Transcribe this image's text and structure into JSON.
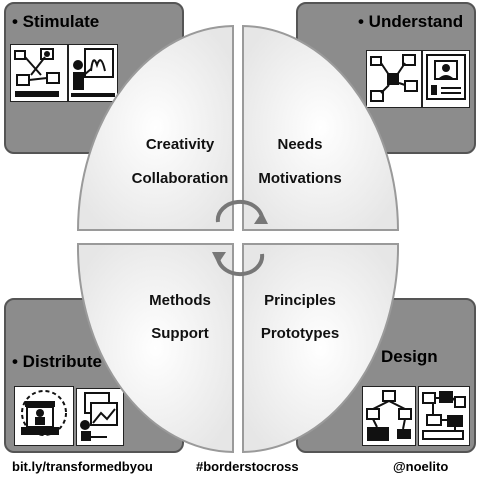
{
  "corners": {
    "stimulate": "• Stimulate",
    "understand": "• Understand",
    "distribute": "• Distribute",
    "design": "Design"
  },
  "quadrants": {
    "top_left": [
      "Creativity",
      "Collaboration"
    ],
    "top_right": [
      "Needs",
      "Motivations"
    ],
    "bottom_left": [
      "Methods",
      "Support"
    ],
    "bottom_right": [
      "Principles",
      "Prototypes"
    ]
  },
  "footer": {
    "left": "bit.ly/transformedbyou",
    "center": "#borderstocross",
    "right": "@noelito"
  },
  "icons": [
    "network-diagram-icon",
    "presentation-icon",
    "mind-map-icon",
    "profile-card-icon",
    "kiosk-icon",
    "photo-stack-icon",
    "flowchart-icon",
    "workflow-icon"
  ]
}
